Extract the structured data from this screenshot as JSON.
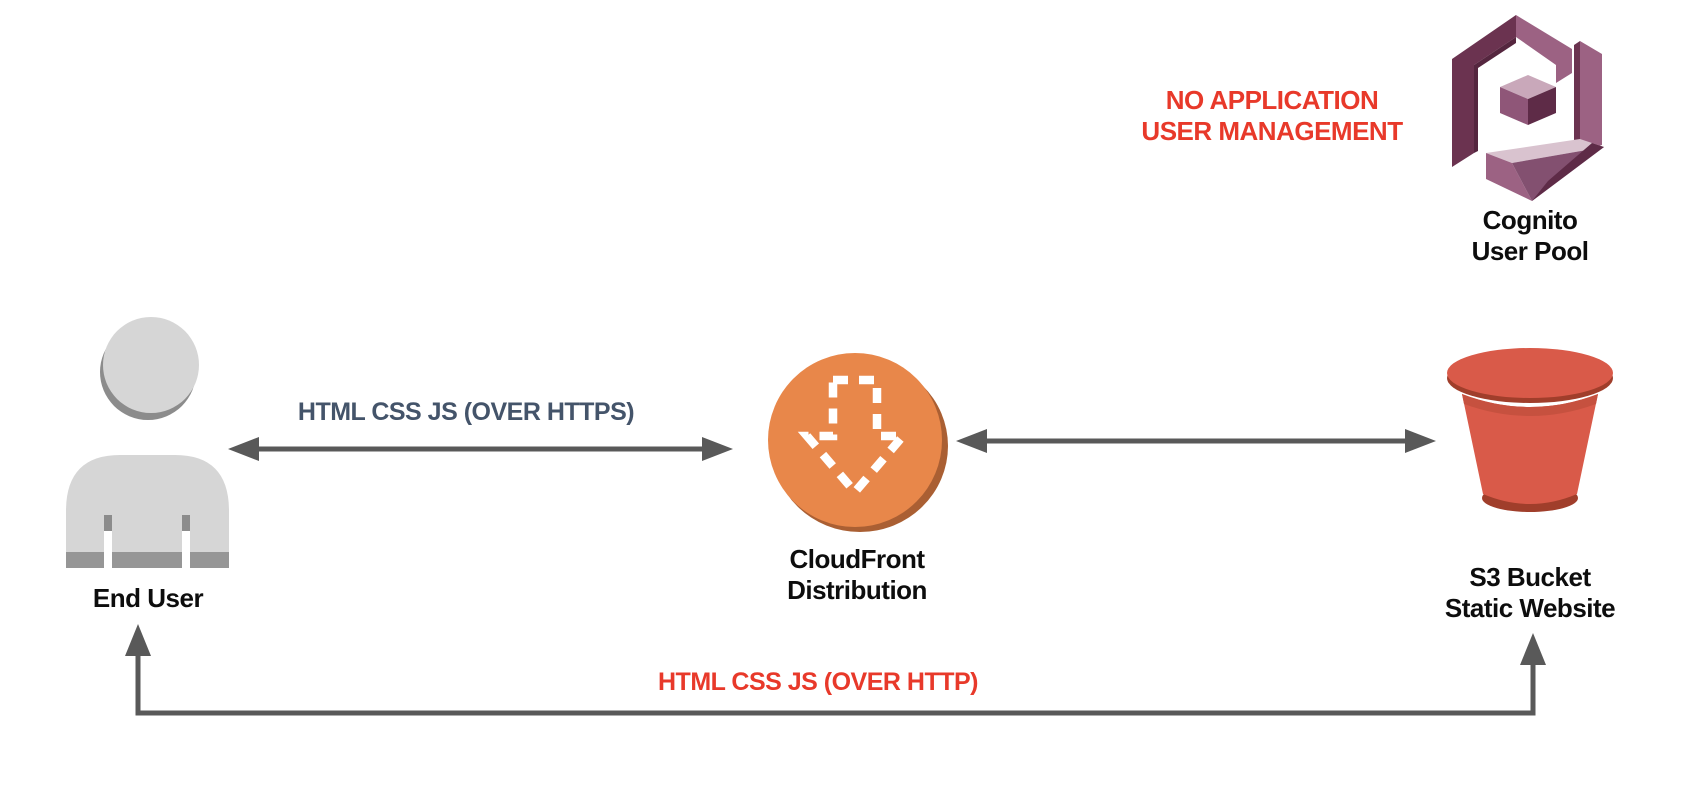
{
  "annotation": {
    "line1": "NO APPLICATION",
    "line2": "USER MANAGEMENT"
  },
  "nodes": {
    "end_user": {
      "label": "End User"
    },
    "cloudfront": {
      "line1": "CloudFront",
      "line2": "Distribution"
    },
    "s3": {
      "line1": "S3 Bucket",
      "line2": "Static Website"
    },
    "cognito": {
      "line1": "Cognito",
      "line2": "User Pool"
    }
  },
  "edges": {
    "https_label": "HTML CSS JS (OVER HTTPS)",
    "http_label": "HTML CSS JS (OVER HTTP)"
  },
  "colors": {
    "arrow_gray": "#595959",
    "https_label_blue": "#44546A",
    "alert_red": "#E8392A",
    "cloudfront_orange": "#E8874A",
    "cloudfront_shadow": "#AA5F33",
    "s3_red": "#D95A49",
    "s3_dark_red": "#A03E2B",
    "cognito_purple_dark": "#6B3350",
    "cognito_purple_mid": "#9C6283",
    "cognito_purple_light": "#D9C3CF",
    "person_gray": "#D6D6D6",
    "person_gray_dark": "#8C8C8C"
  }
}
